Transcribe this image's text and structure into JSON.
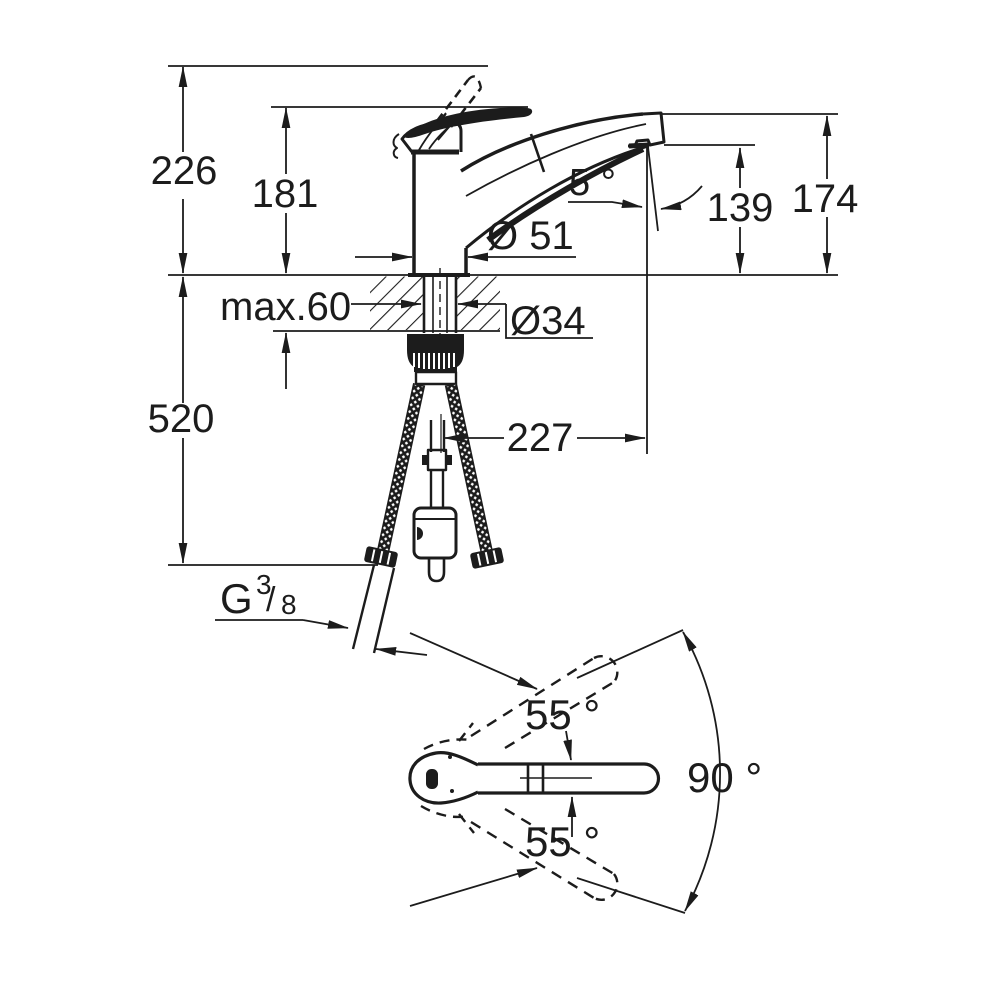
{
  "colors": {
    "ink": "#1c1c1c",
    "paper": "#ffffff"
  },
  "side_view": {
    "labels": {
      "total_height": "226",
      "handle_height": "181",
      "spout_height": "174",
      "outlet_height": "139",
      "base_diameter": "Ø 51",
      "spray_angle": "5 °",
      "counter_thickness": "max.60",
      "shank_diameter": "Ø34",
      "hose_drop": "520",
      "reach": "227",
      "thread": {
        "letter": "G",
        "sup": "3",
        "slash": "/",
        "sub": "8"
      }
    }
  },
  "top_view": {
    "labels": {
      "swivel_up": "55 °",
      "swivel_down": "55 °",
      "swivel_total": "90 °"
    }
  }
}
